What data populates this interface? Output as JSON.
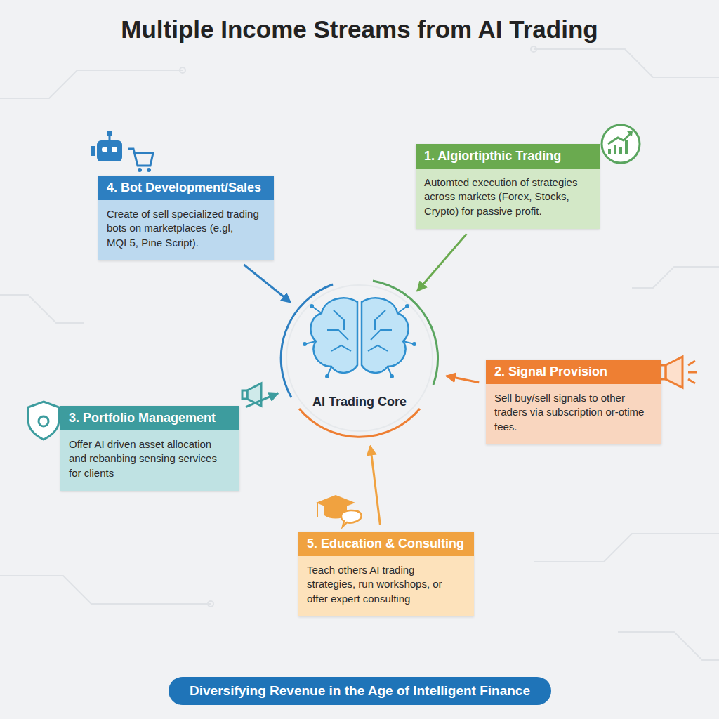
{
  "diagram": {
    "title": "Multiple Income Streams from AI Trading",
    "caption": "Diversifying Revenue in the Age of Intelligent Finance",
    "nodes": [
      {
        "text": [
          "1. Algiortipthic Trading",
          "Automted execution of strategies across markets (Forex, Stocks, Crypto) for passive profit."
        ]
      },
      {
        "text": [
          "4. Bot Development/Sales",
          "Create of sell specialized trading bots on marketplaces (e.gl, MQL5, Pine Script)."
        ]
      },
      {
        "text": [
          "AI Trading Core"
        ]
      },
      {
        "text": [
          "2. Signal Provision",
          "Sell buy/sell signals to other traders via subscription or-otime fees."
        ]
      },
      {
        "text": [
          "3. Portfolio Management",
          "Offer AI driven asset allocation and rebanbing sensing services for clients"
        ]
      },
      {
        "text": [
          "5. Education & Consulting",
          "Teach others AI trading strategies, run workshops, or offer expert consulting"
        ]
      }
    ],
    "edges": [
      {
        "from": 0,
        "to": 2,
        "arrow": "to"
      },
      {
        "from": 1,
        "to": 2,
        "arrow": "to"
      },
      {
        "from": 3,
        "to": 2,
        "arrow": "to"
      },
      {
        "from": 4,
        "to": 2,
        "arrow": "to"
      },
      {
        "from": 5,
        "to": 2,
        "arrow": "to"
      }
    ]
  }
}
